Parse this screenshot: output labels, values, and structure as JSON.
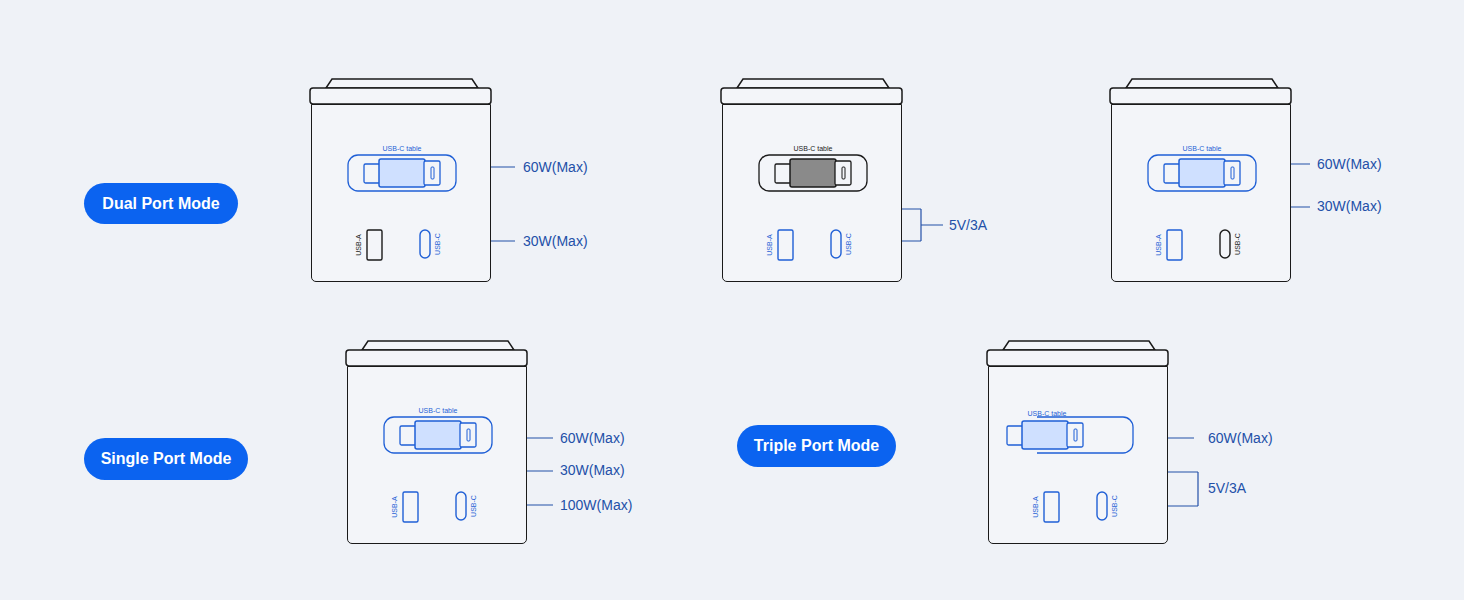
{
  "diagram": {
    "nodes": [
      {
        "text": [
          "Dual Port Mode"
        ]
      },
      {
        "text": [
          "USB-C table",
          "USB-A",
          "USB-C"
        ]
      },
      {
        "text": [
          "USB-C table",
          "USB-A",
          "USB-C"
        ]
      },
      {
        "text": [
          "USB-C table",
          "USB-A",
          "USB-C"
        ]
      },
      {
        "text": [
          "Single Port Mode"
        ]
      },
      {
        "text": [
          "USB-C table",
          "USB-A",
          "USB-C"
        ]
      },
      {
        "text": [
          "Triple Port Mode"
        ]
      },
      {
        "text": [
          "USB-C table",
          "USB-A",
          "USB-C"
        ]
      }
    ],
    "labels": [
      "60W(Max)",
      "30W(Max)",
      "5V/3A",
      "60W(Max)",
      "30W(Max)",
      "60W(Max)",
      "30W(Max)",
      "100W(Max)",
      "60W(Max)",
      "5V/3A"
    ]
  }
}
